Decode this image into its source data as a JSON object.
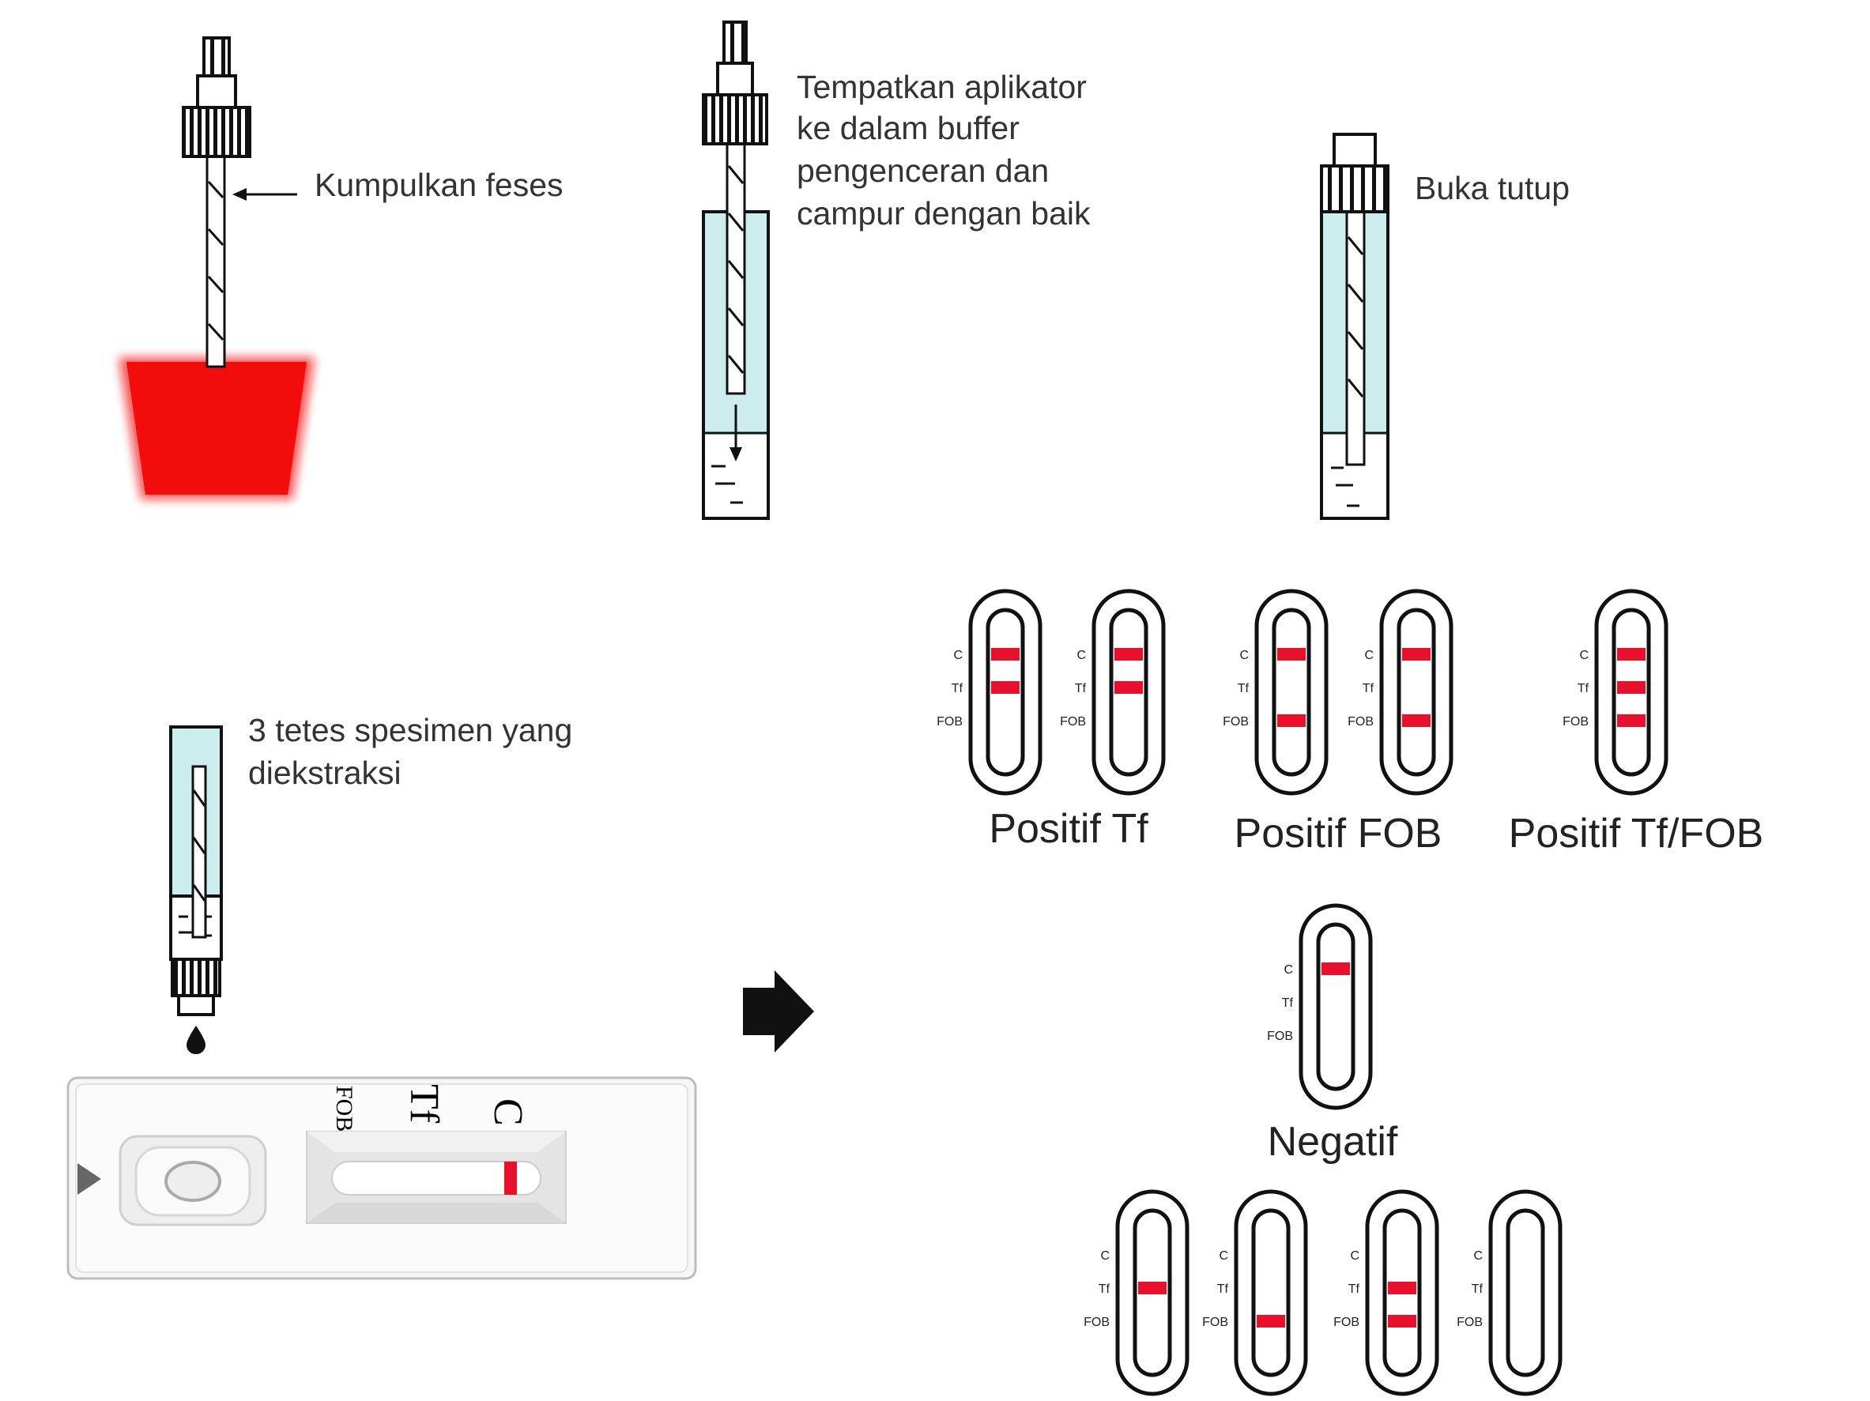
{
  "steps": {
    "collect": "Kumpulkan feses",
    "mix_line1": "Tempatkan aplikator",
    "mix_line2": "ke dalam buffer",
    "mix_line3": "pengenceran dan",
    "mix_line4": "campur dengan baik",
    "open": "Buka tutup",
    "drops_line1": "3 tetes spesimen yang",
    "drops_line2": "diekstraksi"
  },
  "cassette": {
    "label_c": "C",
    "label_tf": "Tf",
    "label_fob": "FOB"
  },
  "strip_labels": {
    "c": "C",
    "tf": "Tf",
    "fob": "FOB"
  },
  "results": {
    "positive_tf": "Positif Tf",
    "positive_fob": "Positif FOB",
    "positive_tf_fob": "Positif Tf/FOB",
    "negative": "Negatif"
  },
  "colors": {
    "line_red": "#e8102a",
    "buffer_fill": "#cdeced",
    "cup_red": "#f20c0c",
    "outline": "#111111"
  }
}
